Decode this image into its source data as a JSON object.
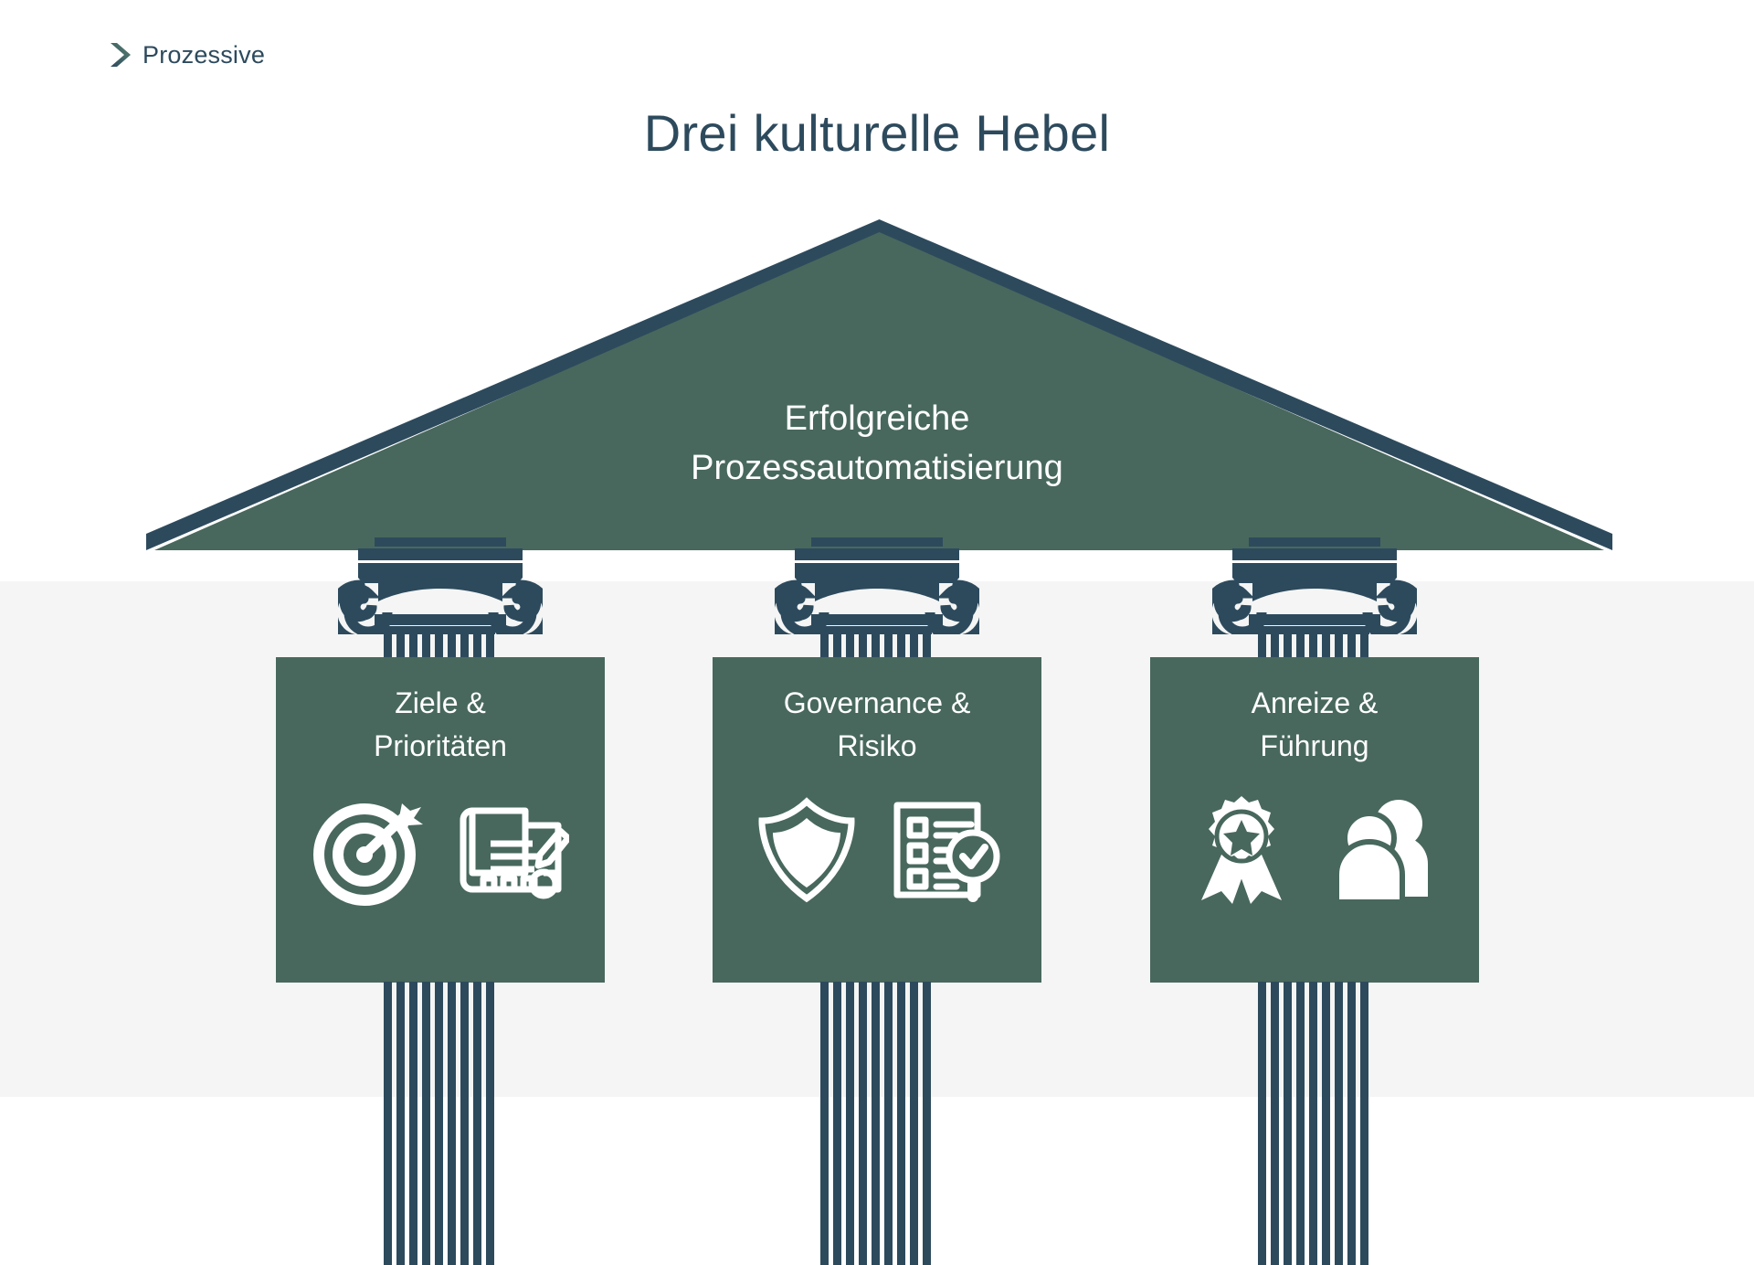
{
  "brand": {
    "name": "Prozessive",
    "mark_icon": "chevron-right-icon",
    "navy": "#2d4a5d",
    "green": "#48685d"
  },
  "header": {
    "title": "Drei kulturelle Hebel"
  },
  "temple": {
    "pediment": {
      "line1": "Erfolgreiche",
      "line2": "Prozessautomatisierung",
      "fill_color": "#48685d",
      "edge_color": "#2d4a5d"
    },
    "pillars": [
      {
        "title_line1": "Ziele &",
        "title_line2": "Prioritäten",
        "icons": [
          "target-arrow-icon",
          "blueprint-pencil-icon"
        ]
      },
      {
        "title_line1": "Governance &",
        "title_line2": "Risiko",
        "icons": [
          "shield-icon",
          "checklist-magnifier-icon"
        ]
      },
      {
        "title_line1": "Anreize &",
        "title_line2": "Führung",
        "icons": [
          "award-ribbon-icon",
          "people-team-icon"
        ]
      }
    ]
  },
  "background": {
    "top_color": "#ffffff",
    "bottom_color": "#f4f5f4"
  }
}
